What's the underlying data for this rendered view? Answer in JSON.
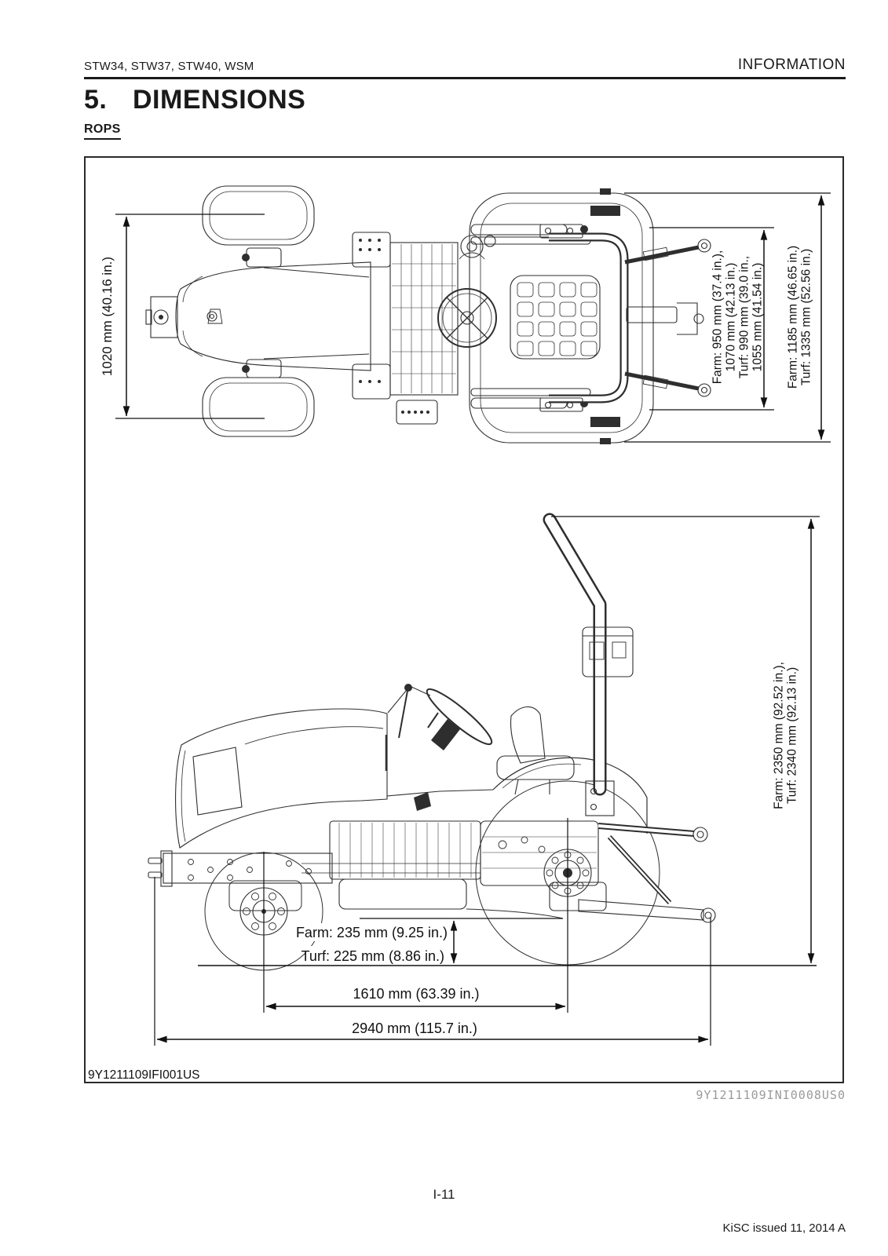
{
  "page": {
    "header": {
      "left": "STW34, STW37, STW40, WSM",
      "right": "INFORMATION"
    },
    "title": {
      "number": "5.",
      "text": "DIMENSIONS"
    },
    "subheading": "ROPS",
    "figure": {
      "caption_code": "9Y1211109IFI001US",
      "reference_code": "9Y1211109INI0008US0"
    },
    "footer": {
      "page_number": "I-11",
      "issue": "KiSC issued 11, 2014 A"
    }
  },
  "dimensions": {
    "front_tread": "1020 mm (40.16 in.)",
    "rear_tread_lines": [
      "Farm: 950 mm (37.4 in.),",
      "1070 mm (42.13 in.)",
      "Turf: 990 mm (39.0 in.,",
      "1055 mm (41.54 in.)"
    ],
    "overall_width_lines": [
      "Farm: 1185 mm (46.65 in.)",
      "Turf: 1335 mm (52.56 in.)"
    ],
    "overall_height_lines": [
      "Farm: 2350 mm (92.52 in.),",
      "Turf: 2340 mm (92.13 in.)"
    ],
    "ground_clearance_lines": [
      "Farm: 235 mm (9.25 in.)",
      "Turf: 225 mm (8.86 in.)"
    ],
    "wheelbase": "1610 mm (63.39 in.)",
    "overall_length": "2940 mm (115.7 in.)"
  },
  "colors": {
    "ink": "#1a1a1a",
    "drawing_line": "#2e2e2e",
    "dimension_line": "#111111",
    "muted_code": "#9a9a9a"
  }
}
